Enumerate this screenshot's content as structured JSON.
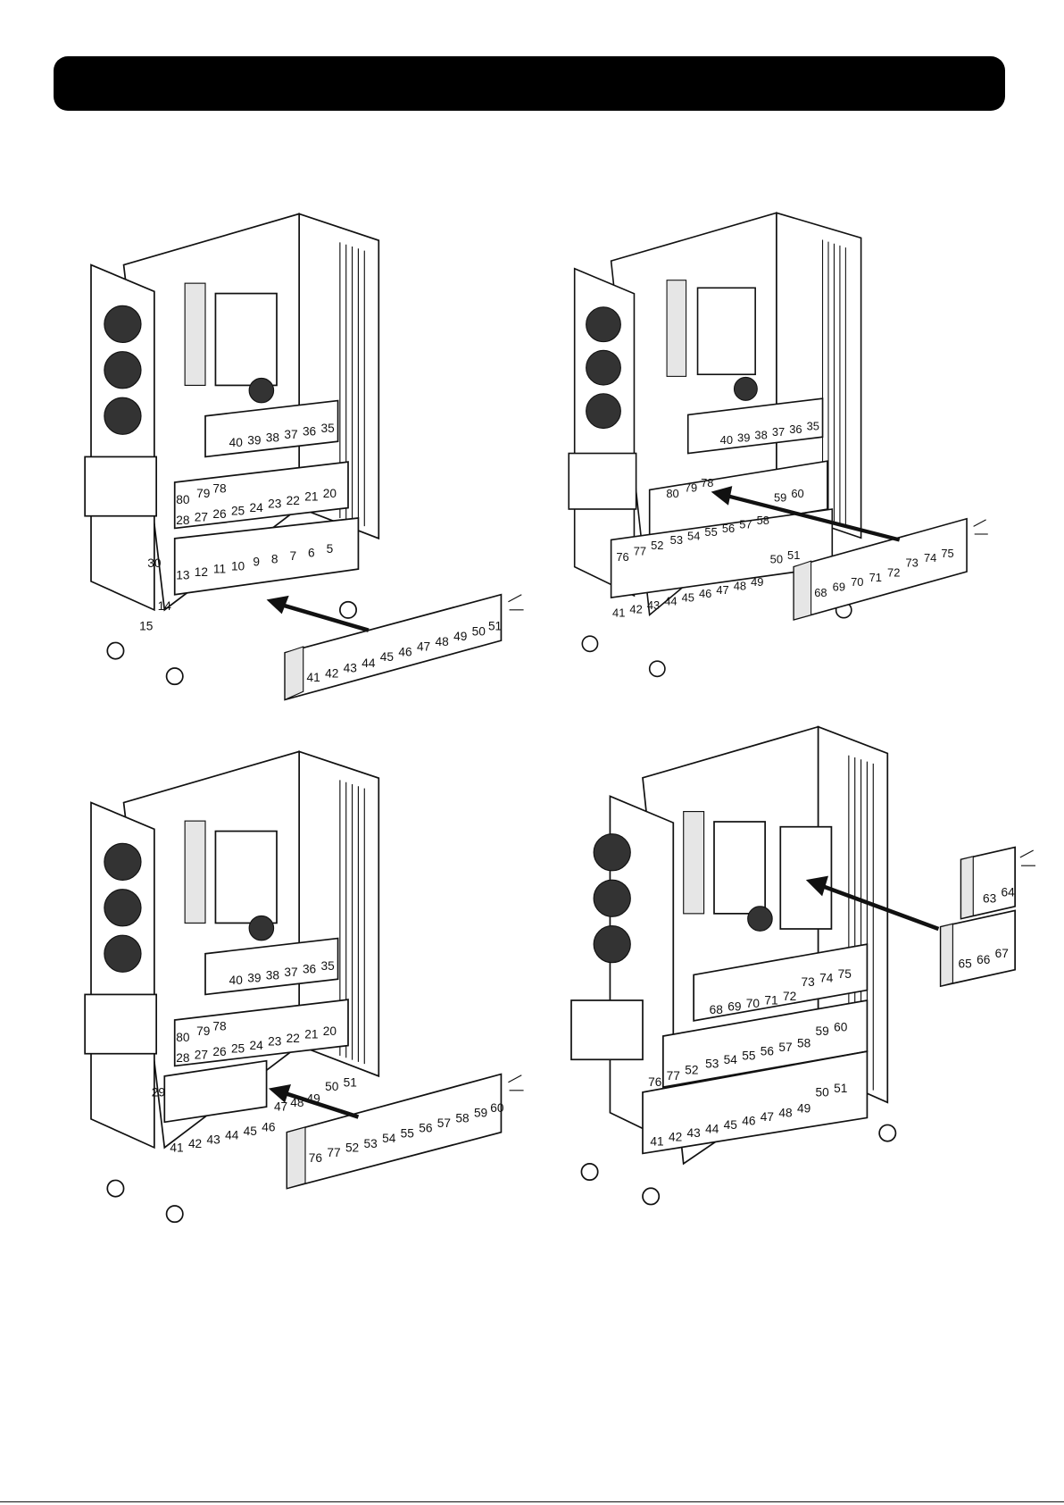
{
  "header": {
    "color": "#000000",
    "accent": "#111111"
  },
  "panels": [
    {
      "id": "panel-1",
      "caption": "",
      "labels": {
        "upper_row": [
          "40",
          "39",
          "38",
          "37",
          "36",
          "35"
        ],
        "mid_row": [
          "28",
          "27",
          "26",
          "25",
          "24",
          "23",
          "22",
          "21",
          "20"
        ],
        "lower_row": [
          "13",
          "12",
          "11",
          "10",
          "9",
          "8",
          "7",
          "6",
          "5"
        ],
        "side_marks": [
          "80",
          "79",
          "78",
          "30",
          "15",
          "14"
        ],
        "module": [
          "41",
          "42",
          "43",
          "44",
          "45",
          "46",
          "47",
          "48",
          "49",
          "50",
          "51"
        ]
      }
    },
    {
      "id": "panel-2",
      "labels": {
        "upper_row": [
          "40",
          "39",
          "38",
          "37",
          "36",
          "35"
        ],
        "mid_row": [
          "53",
          "54",
          "55",
          "56",
          "57",
          "58",
          "59",
          "60"
        ],
        "mid_left": [
          "76",
          "77",
          "52"
        ],
        "lower_row": [
          "41",
          "42",
          "43",
          "44",
          "45",
          "46",
          "47",
          "48",
          "49",
          "50",
          "51"
        ],
        "side_marks": [
          "80",
          "79",
          "78"
        ],
        "module": [
          "68",
          "69",
          "70",
          "71",
          "72",
          "73",
          "74",
          "75"
        ]
      }
    },
    {
      "id": "panel-3",
      "labels": {
        "upper_row": [
          "40",
          "39",
          "38",
          "37",
          "36",
          "35"
        ],
        "mid_row": [
          "28",
          "27",
          "26",
          "25",
          "24",
          "23",
          "22",
          "21",
          "20"
        ],
        "lower_row": [
          "41",
          "42",
          "43",
          "44",
          "45",
          "46",
          "47",
          "48",
          "49",
          "50",
          "51"
        ],
        "side_marks": [
          "80",
          "79",
          "78",
          "29"
        ],
        "module": [
          "76",
          "77",
          "52",
          "53",
          "54",
          "55",
          "56",
          "57",
          "58",
          "59",
          "60"
        ]
      }
    },
    {
      "id": "panel-4",
      "labels": {
        "upper_row": [
          "68",
          "69",
          "70",
          "71",
          "72",
          "73",
          "74",
          "75"
        ],
        "mid_row": [
          "53",
          "54",
          "55",
          "56",
          "57",
          "58",
          "59",
          "60"
        ],
        "mid_left": [
          "76",
          "77",
          "52"
        ],
        "lower_row": [
          "41",
          "42",
          "43",
          "44",
          "45",
          "46",
          "47",
          "48",
          "49",
          "50",
          "51"
        ],
        "module_top": [
          "63",
          "64"
        ],
        "module_bottom": [
          "65",
          "66",
          "67"
        ]
      }
    }
  ]
}
